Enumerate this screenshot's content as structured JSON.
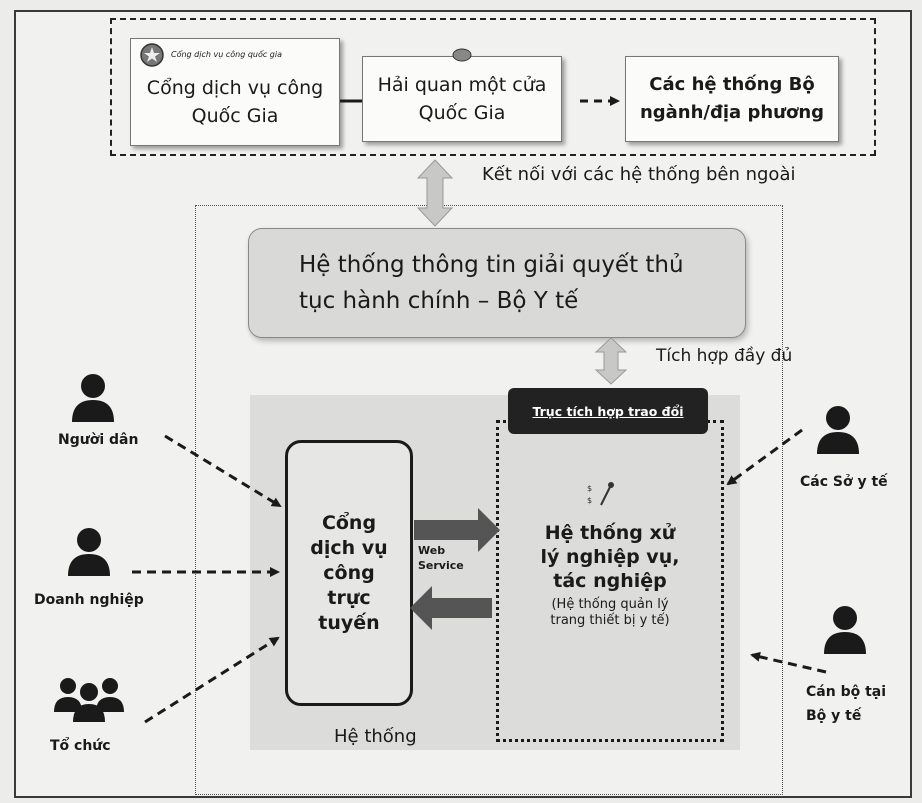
{
  "top_boxes": {
    "portal_header": "Cổng dịch vụ công quốc gia",
    "portal_line1": "Cổng dịch vụ công",
    "portal_line2": "Quốc Gia",
    "customs_line1": "Hải quan một cửa",
    "customs_line2": "Quốc Gia",
    "ministry_line1": "Các hệ thống Bộ",
    "ministry_line2": "ngành/địa phương"
  },
  "external_connection_label": "Kết nối với các hệ thống bên ngoài",
  "main_system": {
    "line1": "Hệ thống thông tin giải quyết thủ",
    "line2": "tục hành chính – Bộ Y tế"
  },
  "full_integration_label": "Tích hợp đầy đủ",
  "integration_axis_label": "Trục tích hợp trao đổi",
  "online_portal": {
    "line1": "Cổng",
    "line2": "dịch vụ",
    "line3": "công",
    "line4": "trực",
    "line5": "tuyến"
  },
  "web_service": {
    "line1": "Web",
    "line2": "Service"
  },
  "processing_system": {
    "line1": "Hệ thống xử",
    "line2": "lý nghiệp vụ,",
    "line3": "tác nghiệp",
    "note1": "(Hệ thống quản lý",
    "note2": "trang thiết bị y tế)"
  },
  "system_label": "Hệ thống",
  "actors": {
    "citizen": "Người dân",
    "business": "Doanh nghiệp",
    "organization": "Tổ chức",
    "departments": "Các Sở y tế",
    "staff_line1": "Cán bộ tại",
    "staff_line2": "Bộ y tế"
  },
  "colors": {
    "main_box_fill": "#d9d9d7",
    "inner_area_fill": "#dcdcda",
    "axis_label_fill": "#222222",
    "arrow_fill": "#555555"
  }
}
